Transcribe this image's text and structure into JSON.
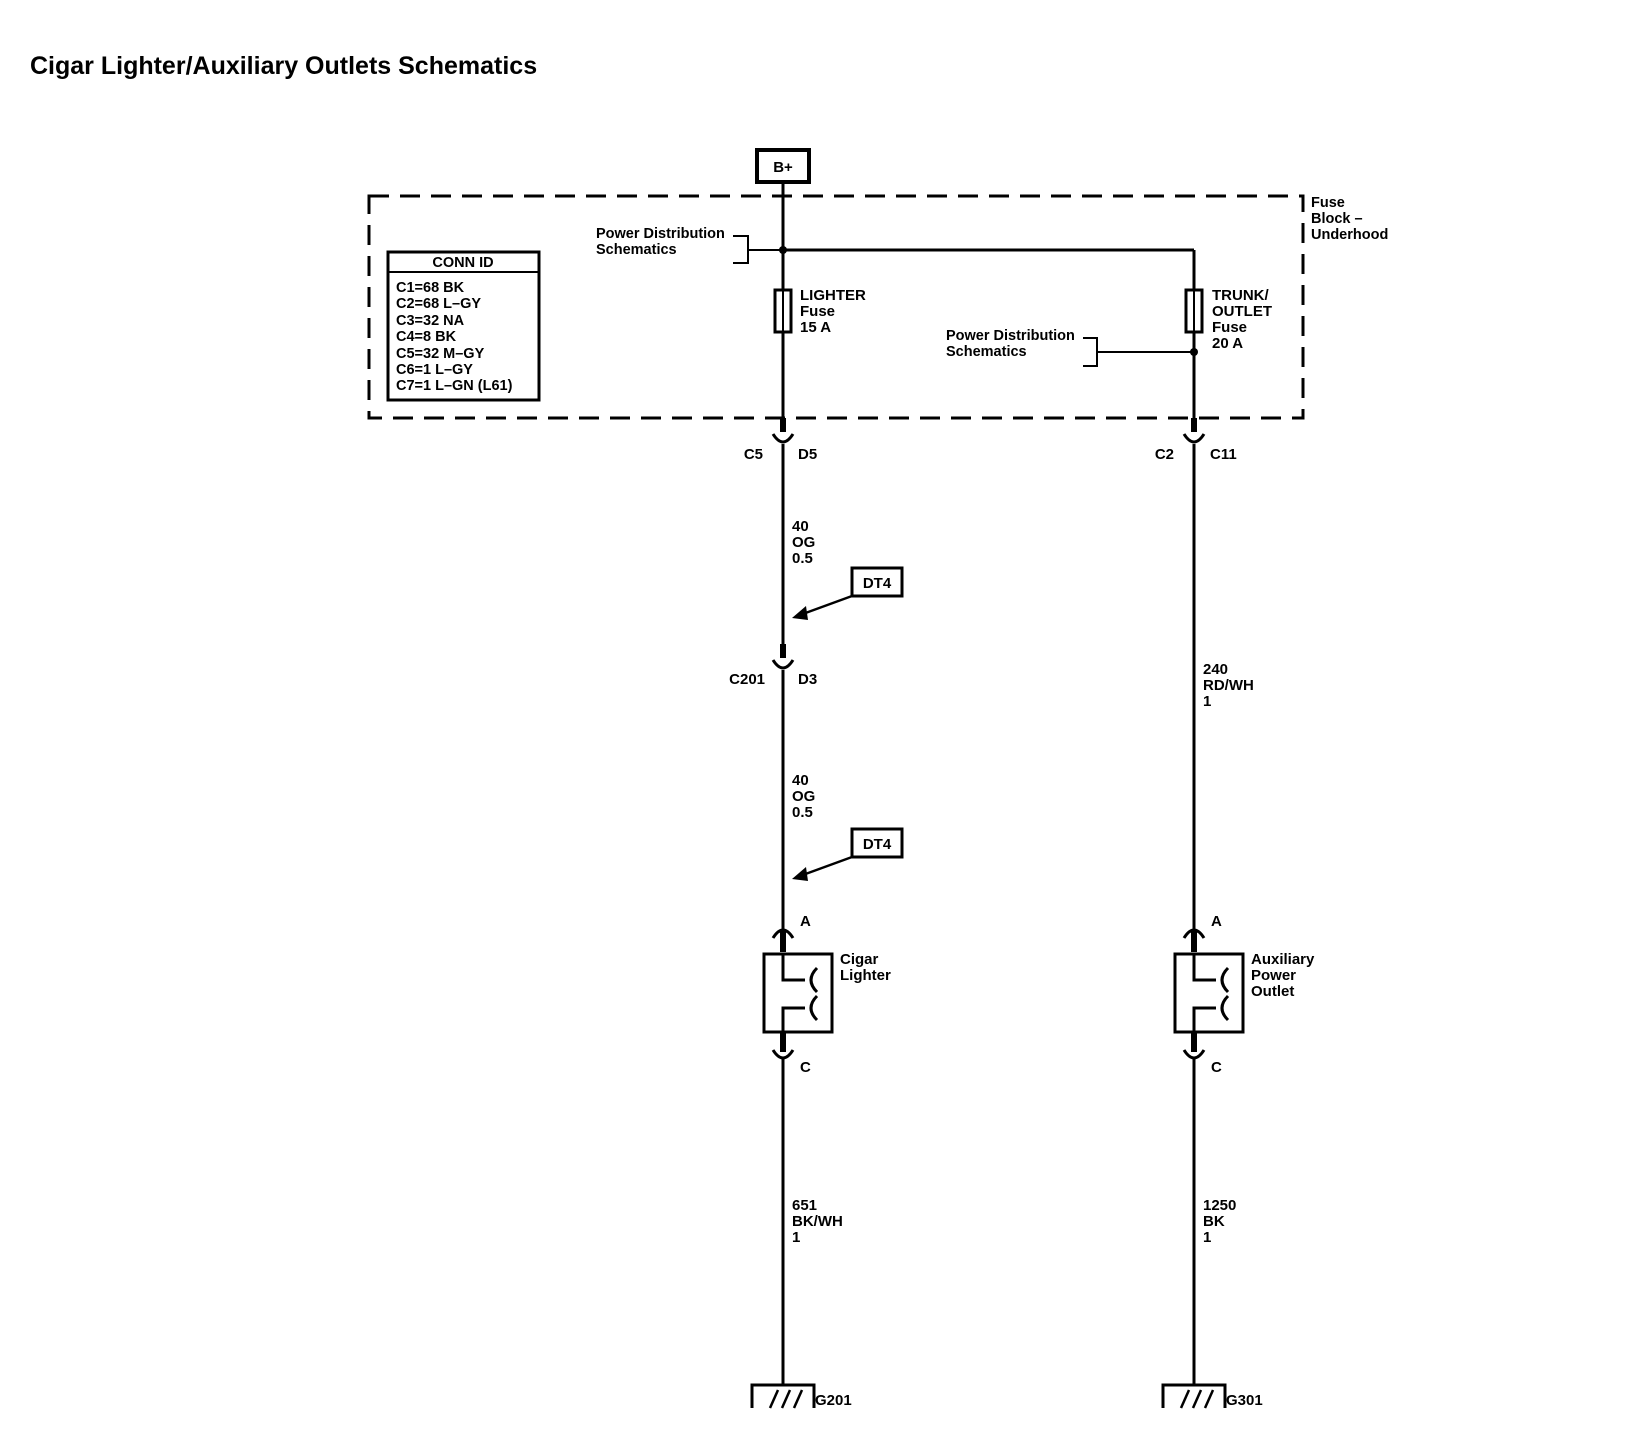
{
  "title": "Cigar Lighter/Auxiliary Outlets Schematics",
  "power_source": "B+",
  "fuse_block": {
    "line1": "Fuse",
    "line2": "Block –",
    "line3": "Underhood"
  },
  "power_dist_ref": {
    "line1": "Power Distribution",
    "line2": "Schematics"
  },
  "conn_id": {
    "header": "CONN ID",
    "rows": [
      "C1=68 BK",
      "C2=68 L–GY",
      "C3=32 NA",
      "C4=8 BK",
      "C5=32 M–GY",
      "C6=1 L–GY",
      "C7=1 L–GN (L61)"
    ]
  },
  "fuses": {
    "lighter": {
      "name": "LIGHTER",
      "type": "Fuse",
      "rating": "15 A"
    },
    "trunk": {
      "name1": "TRUNK/",
      "name2": "OUTLET",
      "type": "Fuse",
      "rating": "20 A"
    }
  },
  "connectors": {
    "left_top": {
      "id": "C5",
      "pin": "D5"
    },
    "right_top": {
      "id": "C2",
      "pin": "C11"
    },
    "left_mid": {
      "id": "C201",
      "pin": "D3"
    }
  },
  "wires": {
    "w1": {
      "circuit": "40",
      "color": "OG",
      "size": "0.5"
    },
    "w2": {
      "circuit": "40",
      "color": "OG",
      "size": "0.5"
    },
    "w3": {
      "circuit": "240",
      "color": "RD/WH",
      "size": "1"
    },
    "w4": {
      "circuit": "651",
      "color": "BK/WH",
      "size": "1"
    },
    "w5": {
      "circuit": "1250",
      "color": "BK",
      "size": "1"
    }
  },
  "dt_label": "DT4",
  "devices": {
    "cigar": {
      "line1": "Cigar",
      "line2": "Lighter",
      "pin_in": "A",
      "pin_out": "C"
    },
    "aux": {
      "line1": "Auxiliary",
      "line2": "Power",
      "line3": "Outlet",
      "pin_in": "A",
      "pin_out": "C"
    }
  },
  "grounds": {
    "left": "G201",
    "right": "G301"
  }
}
